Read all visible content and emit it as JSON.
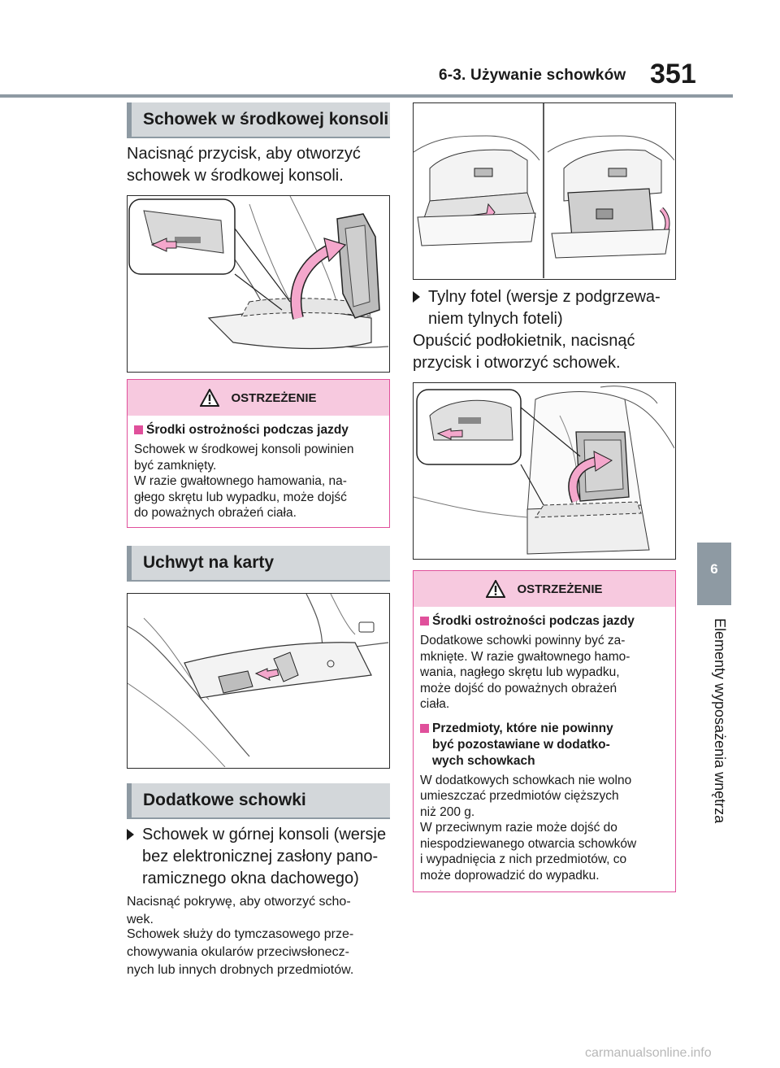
{
  "header": {
    "section_title": "6-3. Używanie schowków",
    "page_number": "351"
  },
  "side_tab": {
    "chapter_number": "6",
    "chapter_title": "Elementy wyposażenia wnętrza"
  },
  "left": {
    "sec1": {
      "heading": "Schowek w środkowej konsoli",
      "para": [
        "Nacisnąć przycisk, aby otworzyć",
        "schowek w środkowej konsoli."
      ]
    },
    "warn1": {
      "title": "OSTRZEŻENIE",
      "sub": "Środki ostrożności podczas jazdy",
      "lines": [
        "Schowek w środkowej konsoli powinien",
        "być zamknięty.",
        "W razie gwałtownego hamowania, na-",
        "głego skrętu lub wypadku, może dojść",
        "do poważnych obrażeń ciała."
      ]
    },
    "sec2": {
      "heading": "Uchwyt na karty"
    },
    "sec3": {
      "heading": "Dodatkowe schowki",
      "bullet": [
        "Schowek w górnej konsoli (wersje",
        "bez elektronicznej zasłony pano-",
        "ramicznego okna dachowego)"
      ],
      "p1": [
        "Nacisnąć pokrywę, aby otworzyć scho-",
        "wek."
      ],
      "p2": [
        "Schowek służy do tymczasowego prze-",
        "chowywania okularów przeciwsłonecz-",
        "nych lub innych drobnych przedmiotów."
      ]
    }
  },
  "right": {
    "bullet": [
      "Tylny fotel (wersje z podgrzewa-",
      "niem tylnych foteli)"
    ],
    "para": [
      "Opuścić podłokietnik, nacisnąć",
      "przycisk i otworzyć schowek."
    ],
    "warn2": {
      "title": "OSTRZEŻENIE",
      "sub1": "Środki ostrożności podczas jazdy",
      "text1": [
        "Dodatkowe schowki powinny być za-",
        "mknięte. W razie gwałtownego hamo-",
        "wania, nagłego skrętu lub wypadku,",
        "może dojść do poważnych obrażeń",
        "ciała."
      ],
      "sub2": [
        "Przedmioty, które nie powinny",
        "być pozostawiane w dodatko-",
        "wych schowkach"
      ],
      "text2": [
        "W dodatkowych schowkach nie wolno",
        "umieszczać przedmiotów cięższych",
        "niż 200 g.",
        "W przeciwnym razie może dojść do",
        "niespodziewanego otwarcia schowków",
        "i wypadnięcia z nich przedmiotów, co",
        "może doprowadzić do wypadku."
      ]
    }
  },
  "colors": {
    "accent_pink": "#e0509b",
    "pink_fill": "#f7c9df",
    "gray_band": "#d3d7da",
    "gray_bar": "#8e9aa3"
  },
  "watermark": "carmanualsonline.info"
}
